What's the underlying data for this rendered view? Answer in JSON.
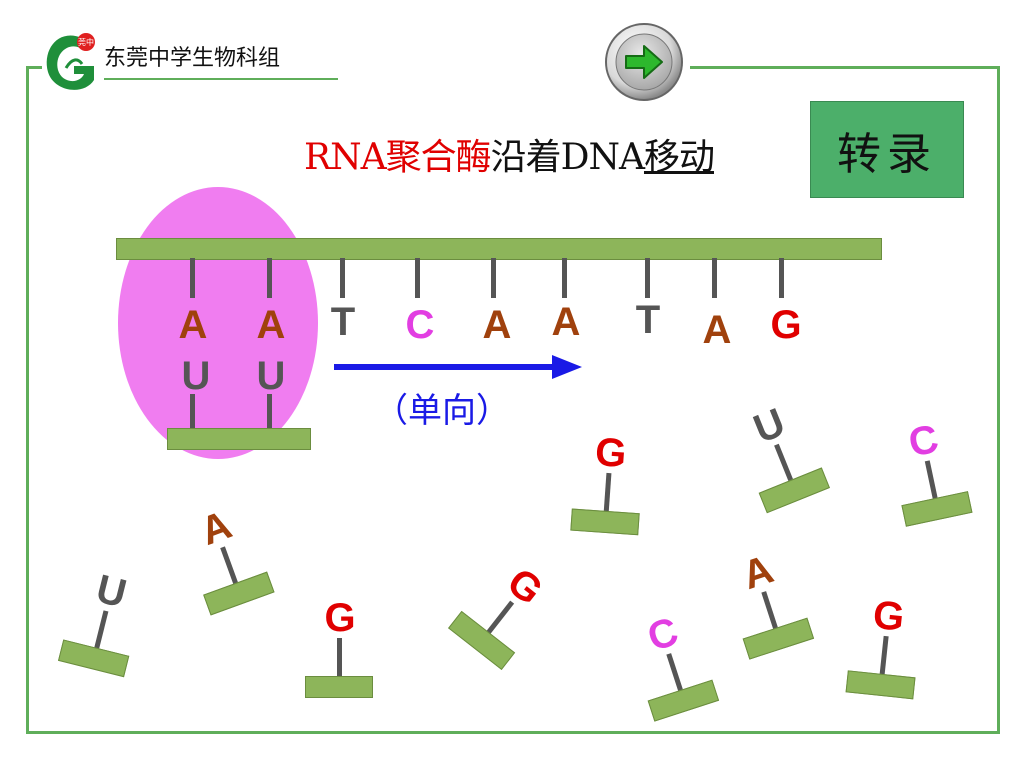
{
  "header": {
    "school_name": "东莞中学生物科组",
    "logo_badge_text": "莞中",
    "logo_letter": "G"
  },
  "title": {
    "part1": "RNA聚合酶",
    "part2": "沿着DNA",
    "part3": "移动"
  },
  "tag": "转录",
  "dna_bases": [
    "A",
    "A",
    "T",
    "C",
    "A",
    "A",
    "T",
    "A",
    "G"
  ],
  "rna_bases": [
    "U",
    "U"
  ],
  "direction_label": "（单向）",
  "free_nucleotides": [
    "G",
    "U",
    "C",
    "A",
    "U",
    "G",
    "G",
    "A",
    "C",
    "G"
  ],
  "colors": {
    "A": "#a0410d",
    "T": "#555555",
    "C": "#e23ee2",
    "G": "#e00000",
    "U": "#555555",
    "strand": "#8db55a",
    "enzyme": "#f07df0",
    "tag_bg": "#4caf6a",
    "arrow": "#1a1ae6"
  },
  "icons": {
    "next": "right-arrow-icon"
  }
}
